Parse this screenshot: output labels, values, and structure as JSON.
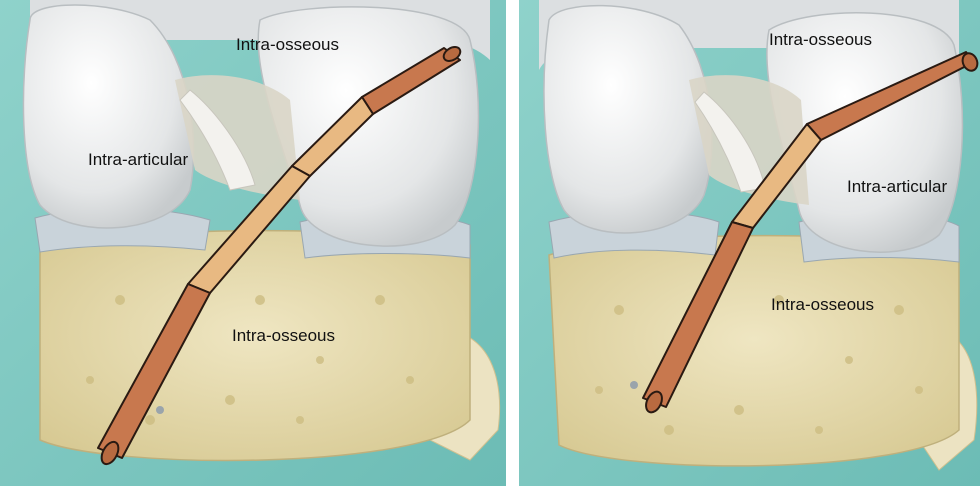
{
  "colors": {
    "background": "#7fc9c2",
    "femur": "#e9eaea",
    "tibia": "#e6dcb0",
    "meniscus": "#c7d1d8",
    "graft_bone": "#c8784e",
    "graft_ligament": "#e8b982",
    "outline": "#2a1a12"
  },
  "left_panel": {
    "label_top": "Intra-osseous",
    "label_middle": "Intra-articular",
    "label_bottom": "Intra-osseous"
  },
  "right_panel": {
    "label_top": "Intra-osseous",
    "label_middle": "Intra-articular",
    "label_bottom": "Intra-osseous"
  }
}
